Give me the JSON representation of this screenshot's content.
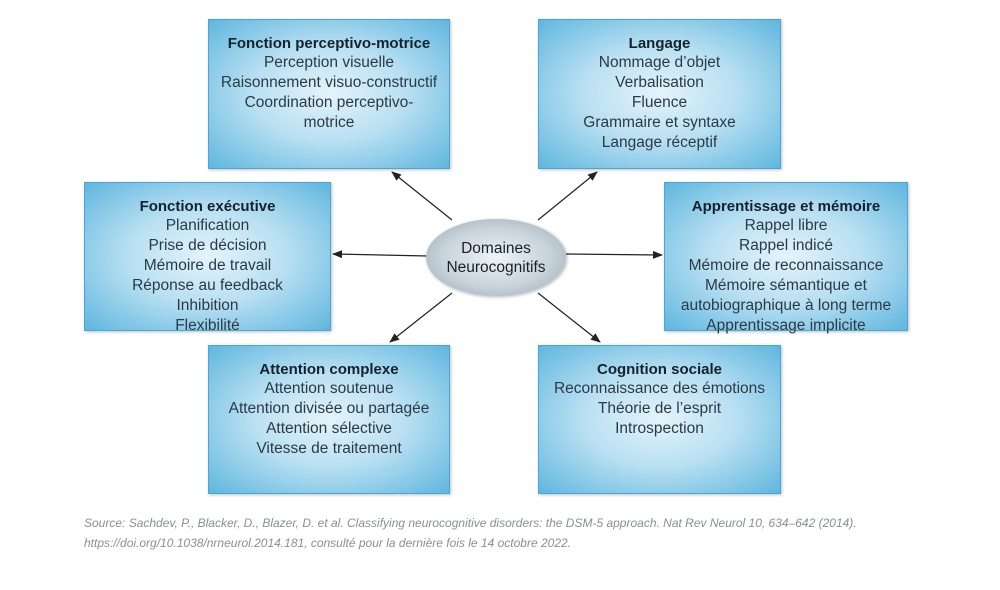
{
  "center": {
    "line1": "Domaines",
    "line2": "Neurocognitifs"
  },
  "boxes": {
    "perceptivo": {
      "title": "Fonction perceptivo-motrice",
      "items": [
        "Perception visuelle",
        "Raisonnement visuo-constructif",
        "Coordination perceptivo-",
        "motrice"
      ]
    },
    "langage": {
      "title": "Langage",
      "items": [
        "Nommage d’objet",
        "Verbalisation",
        "Fluence",
        "Grammaire et syntaxe",
        "Langage réceptif"
      ]
    },
    "executive": {
      "title": "Fonction exécutive",
      "items": [
        "Planification",
        "Prise de décision",
        "Mémoire de travail",
        "Réponse au feedback",
        "Inhibition",
        "Flexibilité"
      ]
    },
    "memoire": {
      "title": "Apprentissage et mémoire",
      "items": [
        "Rappel libre",
        "Rappel indicé",
        "Mémoire de reconnaissance",
        "Mémoire sémantique et",
        "autobiographique à long terme",
        "Apprentissage implicite"
      ]
    },
    "attention": {
      "title": "Attention complexe",
      "items": [
        "Attention soutenue",
        "Attention divisée ou partagée",
        "Attention sélective",
        "Vitesse de traitement"
      ]
    },
    "sociale": {
      "title": "Cognition sociale",
      "items": [
        "Reconnaissance des émotions",
        "Théorie de l’esprit",
        "Introspection"
      ]
    }
  },
  "source": {
    "line1": "Source: Sachdev, P., Blacker, D., Blazer, D. et al. Classifying neurocognitive disorders: the DSM-5 approach. Nat Rev Neurol 10, 634–642 (2014).",
    "line2": "https://doi.org/10.1038/nrneurol.2014.181, consulté pour la dernière fois le 14 octobre 2022."
  }
}
